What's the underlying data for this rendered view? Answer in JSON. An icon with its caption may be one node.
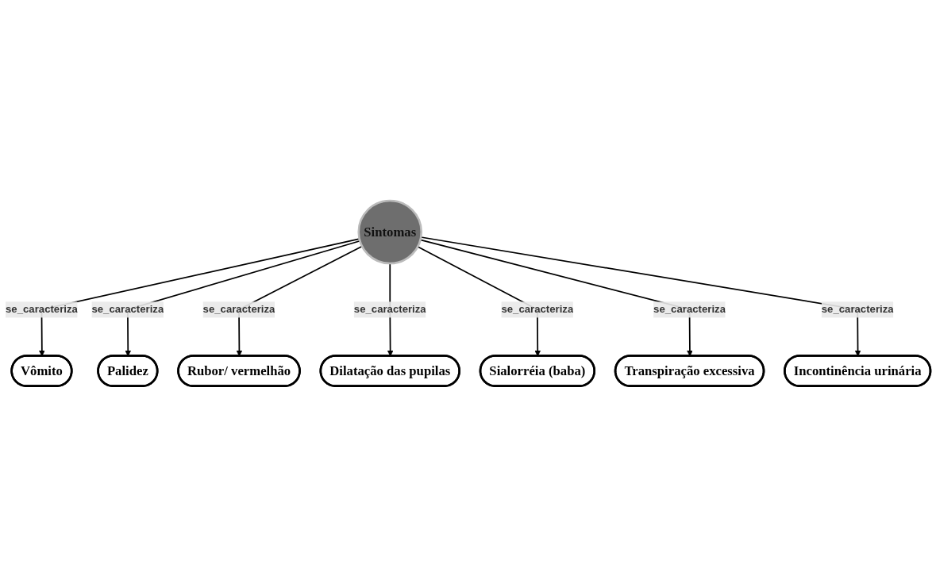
{
  "diagram": {
    "nodes": [
      {
        "text": [
          "Sintomas"
        ]
      },
      {
        "text": [
          "Vômito"
        ]
      },
      {
        "text": [
          "Palidez"
        ]
      },
      {
        "text": [
          "Rubor/ vermelhão"
        ]
      },
      {
        "text": [
          "Dilatação das pupilas"
        ]
      },
      {
        "text": [
          "Sialorréia (baba)"
        ]
      },
      {
        "text": [
          "Transpiração excessiva"
        ]
      },
      {
        "text": [
          "Incontinência urinária"
        ]
      }
    ],
    "edges": [
      {
        "from": 0,
        "to": 1,
        "arrow": "to",
        "label": "se_caracteriza"
      },
      {
        "from": 0,
        "to": 2,
        "arrow": "to",
        "label": "se_caracteriza"
      },
      {
        "from": 0,
        "to": 3,
        "arrow": "to",
        "label": "se_caracteriza"
      },
      {
        "from": 0,
        "to": 4,
        "arrow": "to",
        "label": "se_caracteriza"
      },
      {
        "from": 0,
        "to": 5,
        "arrow": "to",
        "label": "se_caracteriza"
      },
      {
        "from": 0,
        "to": 6,
        "arrow": "to",
        "label": "se_caracteriza"
      },
      {
        "from": 0,
        "to": 7,
        "arrow": "to",
        "label": "se_caracteriza"
      }
    ]
  }
}
